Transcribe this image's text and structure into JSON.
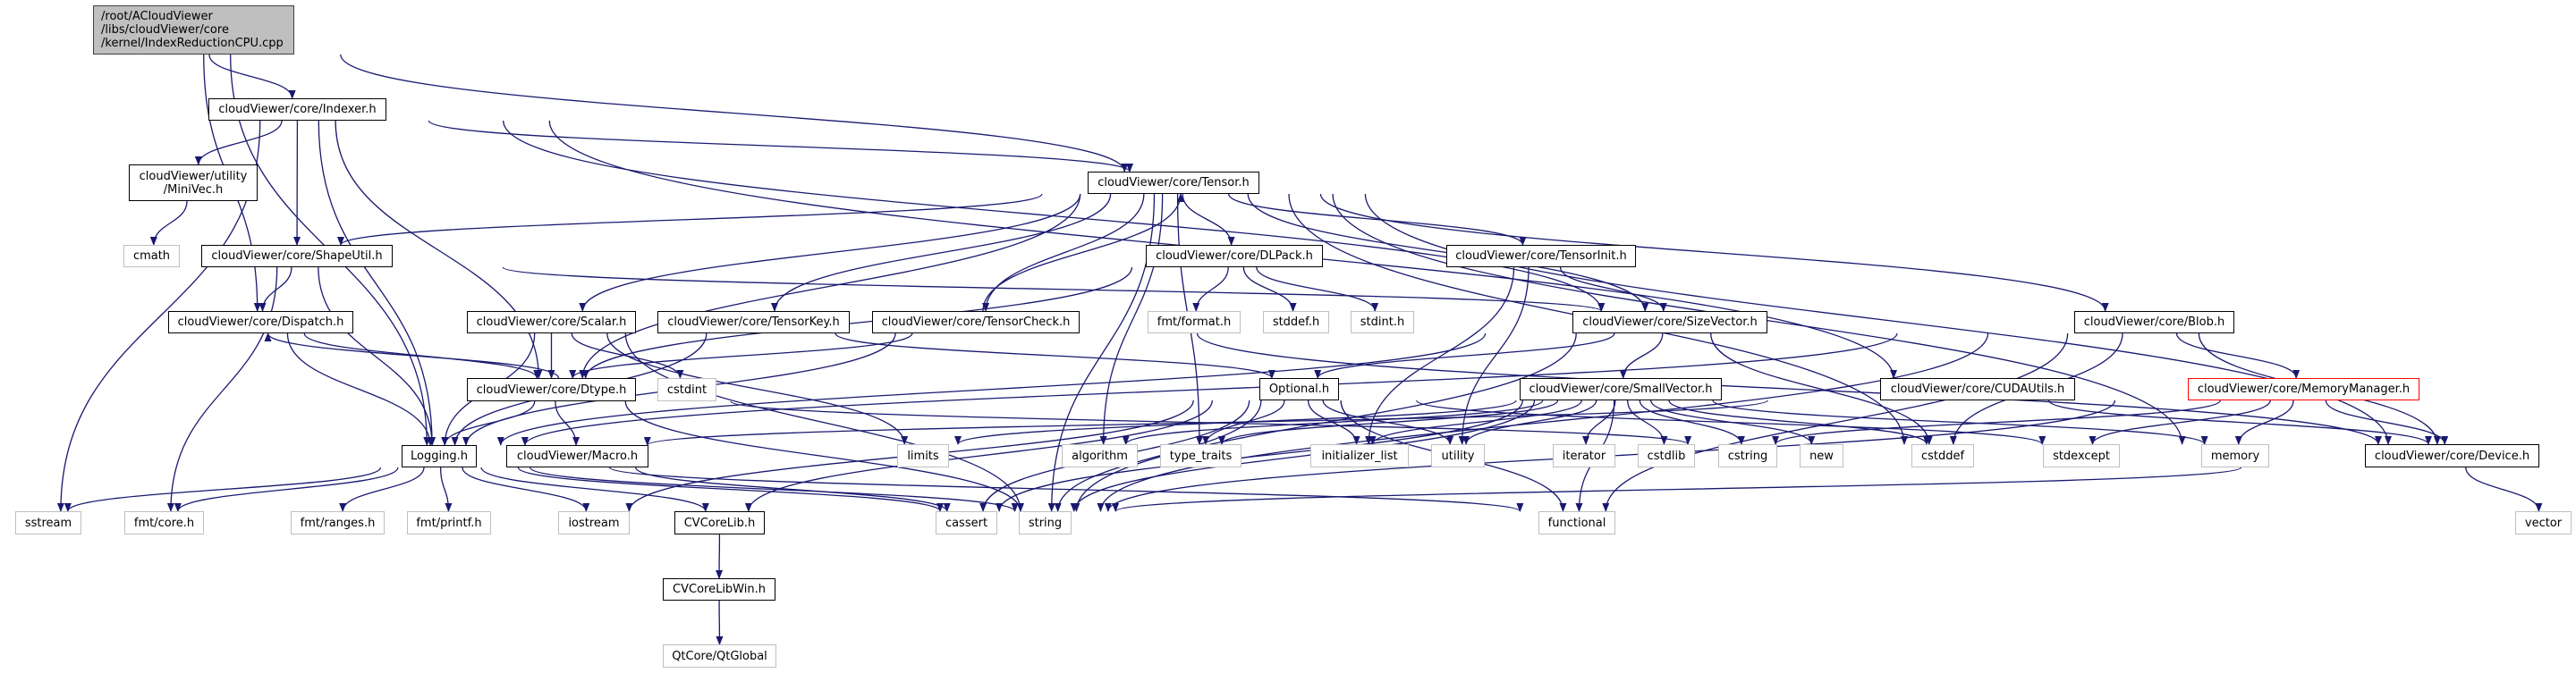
{
  "colors": {
    "edge": "#191970",
    "root_fill": "#bfbfbf",
    "doc_border": "#000000",
    "ext_border": "#bfbfbf",
    "highlight_border": "#ff0000"
  },
  "nodes": [
    {
      "id": "root",
      "lines": [
        "/root/ACloudViewer",
        "/libs/cloudViewer/core",
        "/kernel/IndexReductionCPU.cpp"
      ],
      "kind": "root"
    },
    {
      "id": "indexer",
      "lines": [
        "cloudViewer/core/Indexer.h"
      ],
      "kind": "doc"
    },
    {
      "id": "minivec",
      "lines": [
        "cloudViewer/utility",
        "/MiniVec.h"
      ],
      "kind": "doc"
    },
    {
      "id": "cmath",
      "lines": [
        "cmath"
      ],
      "kind": "ext"
    },
    {
      "id": "shapeutil",
      "lines": [
        "cloudViewer/core/ShapeUtil.h"
      ],
      "kind": "doc"
    },
    {
      "id": "dispatch",
      "lines": [
        "cloudViewer/core/Dispatch.h"
      ],
      "kind": "doc"
    },
    {
      "id": "scalar",
      "lines": [
        "cloudViewer/core/Scalar.h"
      ],
      "kind": "doc"
    },
    {
      "id": "tensorkey",
      "lines": [
        "cloudViewer/core/TensorKey.h"
      ],
      "kind": "doc"
    },
    {
      "id": "dtype",
      "lines": [
        "cloudViewer/core/Dtype.h"
      ],
      "kind": "doc"
    },
    {
      "id": "cstdint",
      "lines": [
        "cstdint"
      ],
      "kind": "ext"
    },
    {
      "id": "logging",
      "lines": [
        "Logging.h"
      ],
      "kind": "doc"
    },
    {
      "id": "macro",
      "lines": [
        "cloudViewer/Macro.h"
      ],
      "kind": "doc"
    },
    {
      "id": "sstream",
      "lines": [
        "sstream"
      ],
      "kind": "ext"
    },
    {
      "id": "fmtcore",
      "lines": [
        "fmt/core.h"
      ],
      "kind": "ext"
    },
    {
      "id": "fmtranges",
      "lines": [
        "fmt/ranges.h"
      ],
      "kind": "ext"
    },
    {
      "id": "fmtprintf",
      "lines": [
        "fmt/printf.h"
      ],
      "kind": "ext"
    },
    {
      "id": "iostream",
      "lines": [
        "iostream"
      ],
      "kind": "ext"
    },
    {
      "id": "cvcorelib",
      "lines": [
        "CVCoreLib.h"
      ],
      "kind": "doc"
    },
    {
      "id": "cvcorelibwin",
      "lines": [
        "CVCoreLibWin.h"
      ],
      "kind": "doc"
    },
    {
      "id": "qtglobal",
      "lines": [
        "QtCore/QtGlobal"
      ],
      "kind": "ext"
    },
    {
      "id": "tensor",
      "lines": [
        "cloudViewer/core/Tensor.h"
      ],
      "kind": "doc"
    },
    {
      "id": "dlpack",
      "lines": [
        "cloudViewer/core/DLPack.h"
      ],
      "kind": "doc"
    },
    {
      "id": "tensorinit",
      "lines": [
        "cloudViewer/core/TensorInit.h"
      ],
      "kind": "doc"
    },
    {
      "id": "tensorcheck",
      "lines": [
        "cloudViewer/core/TensorCheck.h"
      ],
      "kind": "doc"
    },
    {
      "id": "fmtformat",
      "lines": [
        "fmt/format.h"
      ],
      "kind": "ext"
    },
    {
      "id": "stddefh",
      "lines": [
        "stddef.h"
      ],
      "kind": "ext"
    },
    {
      "id": "stdinth",
      "lines": [
        "stdint.h"
      ],
      "kind": "ext"
    },
    {
      "id": "sizevector",
      "lines": [
        "cloudViewer/core/SizeVector.h"
      ],
      "kind": "doc"
    },
    {
      "id": "optional",
      "lines": [
        "Optional.h"
      ],
      "kind": "doc"
    },
    {
      "id": "smallvector",
      "lines": [
        "cloudViewer/core/SmallVector.h"
      ],
      "kind": "doc"
    },
    {
      "id": "blob",
      "lines": [
        "cloudViewer/core/Blob.h"
      ],
      "kind": "doc"
    },
    {
      "id": "cudautils",
      "lines": [
        "cloudViewer/core/CUDAUtils.h"
      ],
      "kind": "doc"
    },
    {
      "id": "memorymanager",
      "lines": [
        "cloudViewer/core/MemoryManager.h"
      ],
      "kind": "red"
    },
    {
      "id": "device",
      "lines": [
        "cloudViewer/core/Device.h"
      ],
      "kind": "doc"
    },
    {
      "id": "limits",
      "lines": [
        "limits"
      ],
      "kind": "ext"
    },
    {
      "id": "algorithm",
      "lines": [
        "algorithm"
      ],
      "kind": "ext"
    },
    {
      "id": "typetraits",
      "lines": [
        "type_traits"
      ],
      "kind": "ext"
    },
    {
      "id": "initlist",
      "lines": [
        "initializer_list"
      ],
      "kind": "ext"
    },
    {
      "id": "utility",
      "lines": [
        "utility"
      ],
      "kind": "ext"
    },
    {
      "id": "iterator",
      "lines": [
        "iterator"
      ],
      "kind": "ext"
    },
    {
      "id": "cstdlib",
      "lines": [
        "cstdlib"
      ],
      "kind": "ext"
    },
    {
      "id": "cstring",
      "lines": [
        "cstring"
      ],
      "kind": "ext"
    },
    {
      "id": "new",
      "lines": [
        "new"
      ],
      "kind": "ext"
    },
    {
      "id": "cstddef",
      "lines": [
        "cstddef"
      ],
      "kind": "ext"
    },
    {
      "id": "stdexcept",
      "lines": [
        "stdexcept"
      ],
      "kind": "ext"
    },
    {
      "id": "memory",
      "lines": [
        "memory"
      ],
      "kind": "ext"
    },
    {
      "id": "cassert",
      "lines": [
        "cassert"
      ],
      "kind": "ext"
    },
    {
      "id": "string",
      "lines": [
        "string"
      ],
      "kind": "ext"
    },
    {
      "id": "functional",
      "lines": [
        "functional"
      ],
      "kind": "ext"
    },
    {
      "id": "vector",
      "lines": [
        "vector"
      ],
      "kind": "ext"
    }
  ],
  "edges": [
    [
      "root",
      "indexer"
    ],
    [
      "root",
      "tensor"
    ],
    [
      "root",
      "dispatch"
    ],
    [
      "root",
      "logging"
    ],
    [
      "indexer",
      "minivec"
    ],
    [
      "indexer",
      "shapeutil"
    ],
    [
      "indexer",
      "dtype"
    ],
    [
      "indexer",
      "tensor"
    ],
    [
      "indexer",
      "sizevector"
    ],
    [
      "indexer",
      "cudautils"
    ],
    [
      "indexer",
      "logging"
    ],
    [
      "indexer",
      "sstream"
    ],
    [
      "minivec",
      "cmath"
    ],
    [
      "shapeutil",
      "dispatch"
    ],
    [
      "shapeutil",
      "logging"
    ],
    [
      "shapeutil",
      "sizevector"
    ],
    [
      "shapeutil",
      "fmtcore"
    ],
    [
      "dispatch",
      "dtype"
    ],
    [
      "dispatch",
      "logging"
    ],
    [
      "dtype",
      "dispatch"
    ],
    [
      "dtype",
      "logging"
    ],
    [
      "dtype",
      "macro"
    ],
    [
      "dtype",
      "string"
    ],
    [
      "dtype",
      "cstring"
    ],
    [
      "tensor",
      "shapeutil"
    ],
    [
      "tensor",
      "dtype"
    ],
    [
      "tensor",
      "scalar"
    ],
    [
      "tensor",
      "tensorkey"
    ],
    [
      "tensor",
      "tensorcheck"
    ],
    [
      "tensor",
      "dlpack"
    ],
    [
      "tensor",
      "tensorinit"
    ],
    [
      "tensor",
      "sizevector"
    ],
    [
      "tensor",
      "blob"
    ],
    [
      "tensor",
      "device"
    ],
    [
      "tensor",
      "algorithm"
    ],
    [
      "tensor",
      "typetraits"
    ],
    [
      "tensor",
      "cstddef"
    ],
    [
      "tensor",
      "memory"
    ],
    [
      "tensor",
      "string"
    ],
    [
      "scalar",
      "dtype"
    ],
    [
      "scalar",
      "logging"
    ],
    [
      "scalar",
      "cstdint"
    ],
    [
      "scalar",
      "limits"
    ],
    [
      "scalar",
      "string"
    ],
    [
      "tensorkey",
      "optional"
    ],
    [
      "tensorkey",
      "logging"
    ],
    [
      "tensorcheck",
      "tensor"
    ],
    [
      "tensorcheck",
      "dtype"
    ],
    [
      "tensorcheck",
      "device"
    ],
    [
      "tensorcheck",
      "logging"
    ],
    [
      "dlpack",
      "fmtformat"
    ],
    [
      "dlpack",
      "stddefh"
    ],
    [
      "dlpack",
      "stdinth"
    ],
    [
      "dlpack",
      "dtype"
    ],
    [
      "tensorinit",
      "sizevector"
    ],
    [
      "tensorinit",
      "initlist"
    ],
    [
      "tensorinit",
      "utility"
    ],
    [
      "sizevector",
      "smallvector"
    ],
    [
      "sizevector",
      "optional"
    ],
    [
      "sizevector",
      "logging"
    ],
    [
      "sizevector",
      "cstddef"
    ],
    [
      "sizevector",
      "string"
    ],
    [
      "optional",
      "typetraits"
    ],
    [
      "optional",
      "initlist"
    ],
    [
      "optional",
      "utility"
    ],
    [
      "optional",
      "functional"
    ],
    [
      "optional",
      "string"
    ],
    [
      "optional",
      "cassert"
    ],
    [
      "optional",
      "stdexcept"
    ],
    [
      "optional",
      "iostream"
    ],
    [
      "optional",
      "cvcorelib"
    ],
    [
      "smallvector",
      "algorithm"
    ],
    [
      "smallvector",
      "typetraits"
    ],
    [
      "smallvector",
      "initlist"
    ],
    [
      "smallvector",
      "utility"
    ],
    [
      "smallvector",
      "iterator"
    ],
    [
      "smallvector",
      "cstdlib"
    ],
    [
      "smallvector",
      "cstring"
    ],
    [
      "smallvector",
      "new"
    ],
    [
      "smallvector",
      "cstddef"
    ],
    [
      "smallvector",
      "memory"
    ],
    [
      "smallvector",
      "functional"
    ],
    [
      "smallvector",
      "limits"
    ],
    [
      "smallvector",
      "cassert"
    ],
    [
      "smallvector",
      "string"
    ],
    [
      "blob",
      "memorymanager"
    ],
    [
      "blob",
      "device"
    ],
    [
      "blob",
      "cstddef"
    ],
    [
      "blob",
      "string"
    ],
    [
      "blob",
      "functional"
    ],
    [
      "blob",
      "logging"
    ],
    [
      "cudautils",
      "device"
    ],
    [
      "cudautils",
      "macro"
    ],
    [
      "memorymanager",
      "cstring"
    ],
    [
      "memorymanager",
      "stdexcept"
    ],
    [
      "memorymanager",
      "memory"
    ],
    [
      "memorymanager",
      "device"
    ],
    [
      "memorymanager",
      "string"
    ],
    [
      "device",
      "string"
    ],
    [
      "device",
      "vector"
    ],
    [
      "logging",
      "sstream"
    ],
    [
      "logging",
      "fmtcore"
    ],
    [
      "logging",
      "fmtranges"
    ],
    [
      "logging",
      "fmtprintf"
    ],
    [
      "logging",
      "iostream"
    ],
    [
      "logging",
      "cvcorelib"
    ],
    [
      "logging",
      "string"
    ],
    [
      "logging",
      "functional"
    ],
    [
      "logging",
      "cassert"
    ],
    [
      "macro",
      "cassert"
    ],
    [
      "cvcorelib",
      "cvcorelibwin"
    ],
    [
      "cvcorelibwin",
      "qtglobal"
    ]
  ]
}
